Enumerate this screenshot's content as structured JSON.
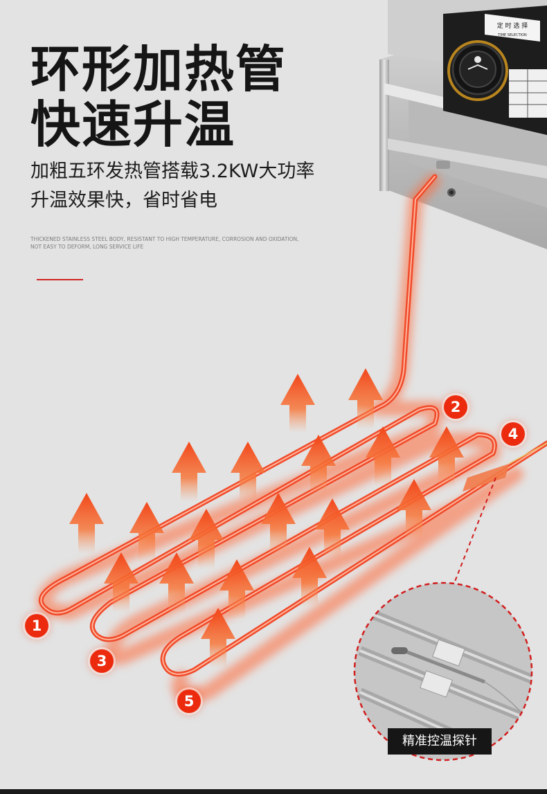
{
  "headline": {
    "line1": "环形加热管",
    "line2": "快速升温"
  },
  "subline": {
    "line1": "加粗五环发热管搭载3.2KW大功率",
    "line2": "升温效果快，省时省电"
  },
  "english": {
    "line1": "THICKENED STAINLESS STEEL BODY, RESISTANT TO HIGH TEMPERATURE, CORROSION AND OXIDATION,",
    "line2": "NOT EASY TO DEFORM, LONG SERVICE LIFE"
  },
  "control_panel": {
    "plate_title": "定 时 选 择",
    "plate_subtitle": "TIME SELECTION"
  },
  "tube_numbers": [
    "1",
    "2",
    "3",
    "4",
    "5"
  ],
  "probe_label": "精准控温探针",
  "colors": {
    "accent": "#ec2b0e",
    "tube": "#f04a2a",
    "glow": "#ff7a4a",
    "arrow": "#f35a1c",
    "dark": "#151515"
  },
  "icons": [
    "heat-arrow-icon",
    "temperature-knob-icon",
    "probe-icon"
  ]
}
